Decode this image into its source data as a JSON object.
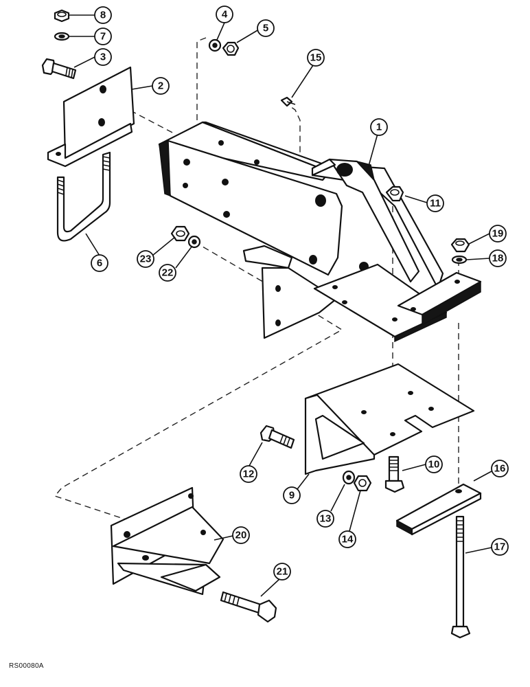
{
  "drawing": {
    "reference_code": "RS00080A"
  },
  "callouts": [
    {
      "id": "c1",
      "label": "1"
    },
    {
      "id": "c2",
      "label": "2"
    },
    {
      "id": "c3",
      "label": "3"
    },
    {
      "id": "c4",
      "label": "4"
    },
    {
      "id": "c5",
      "label": "5"
    },
    {
      "id": "c6",
      "label": "6"
    },
    {
      "id": "c7",
      "label": "7"
    },
    {
      "id": "c8",
      "label": "8"
    },
    {
      "id": "c9",
      "label": "9"
    },
    {
      "id": "c10",
      "label": "10"
    },
    {
      "id": "c11",
      "label": "11"
    },
    {
      "id": "c12",
      "label": "12"
    },
    {
      "id": "c13",
      "label": "13"
    },
    {
      "id": "c14",
      "label": "14"
    },
    {
      "id": "c15",
      "label": "15"
    },
    {
      "id": "c16",
      "label": "16"
    },
    {
      "id": "c17",
      "label": "17"
    },
    {
      "id": "c18",
      "label": "18"
    },
    {
      "id": "c19",
      "label": "19"
    },
    {
      "id": "c20",
      "label": "20"
    },
    {
      "id": "c21",
      "label": "21"
    },
    {
      "id": "c22",
      "label": "22"
    },
    {
      "id": "c23",
      "label": "23"
    }
  ]
}
